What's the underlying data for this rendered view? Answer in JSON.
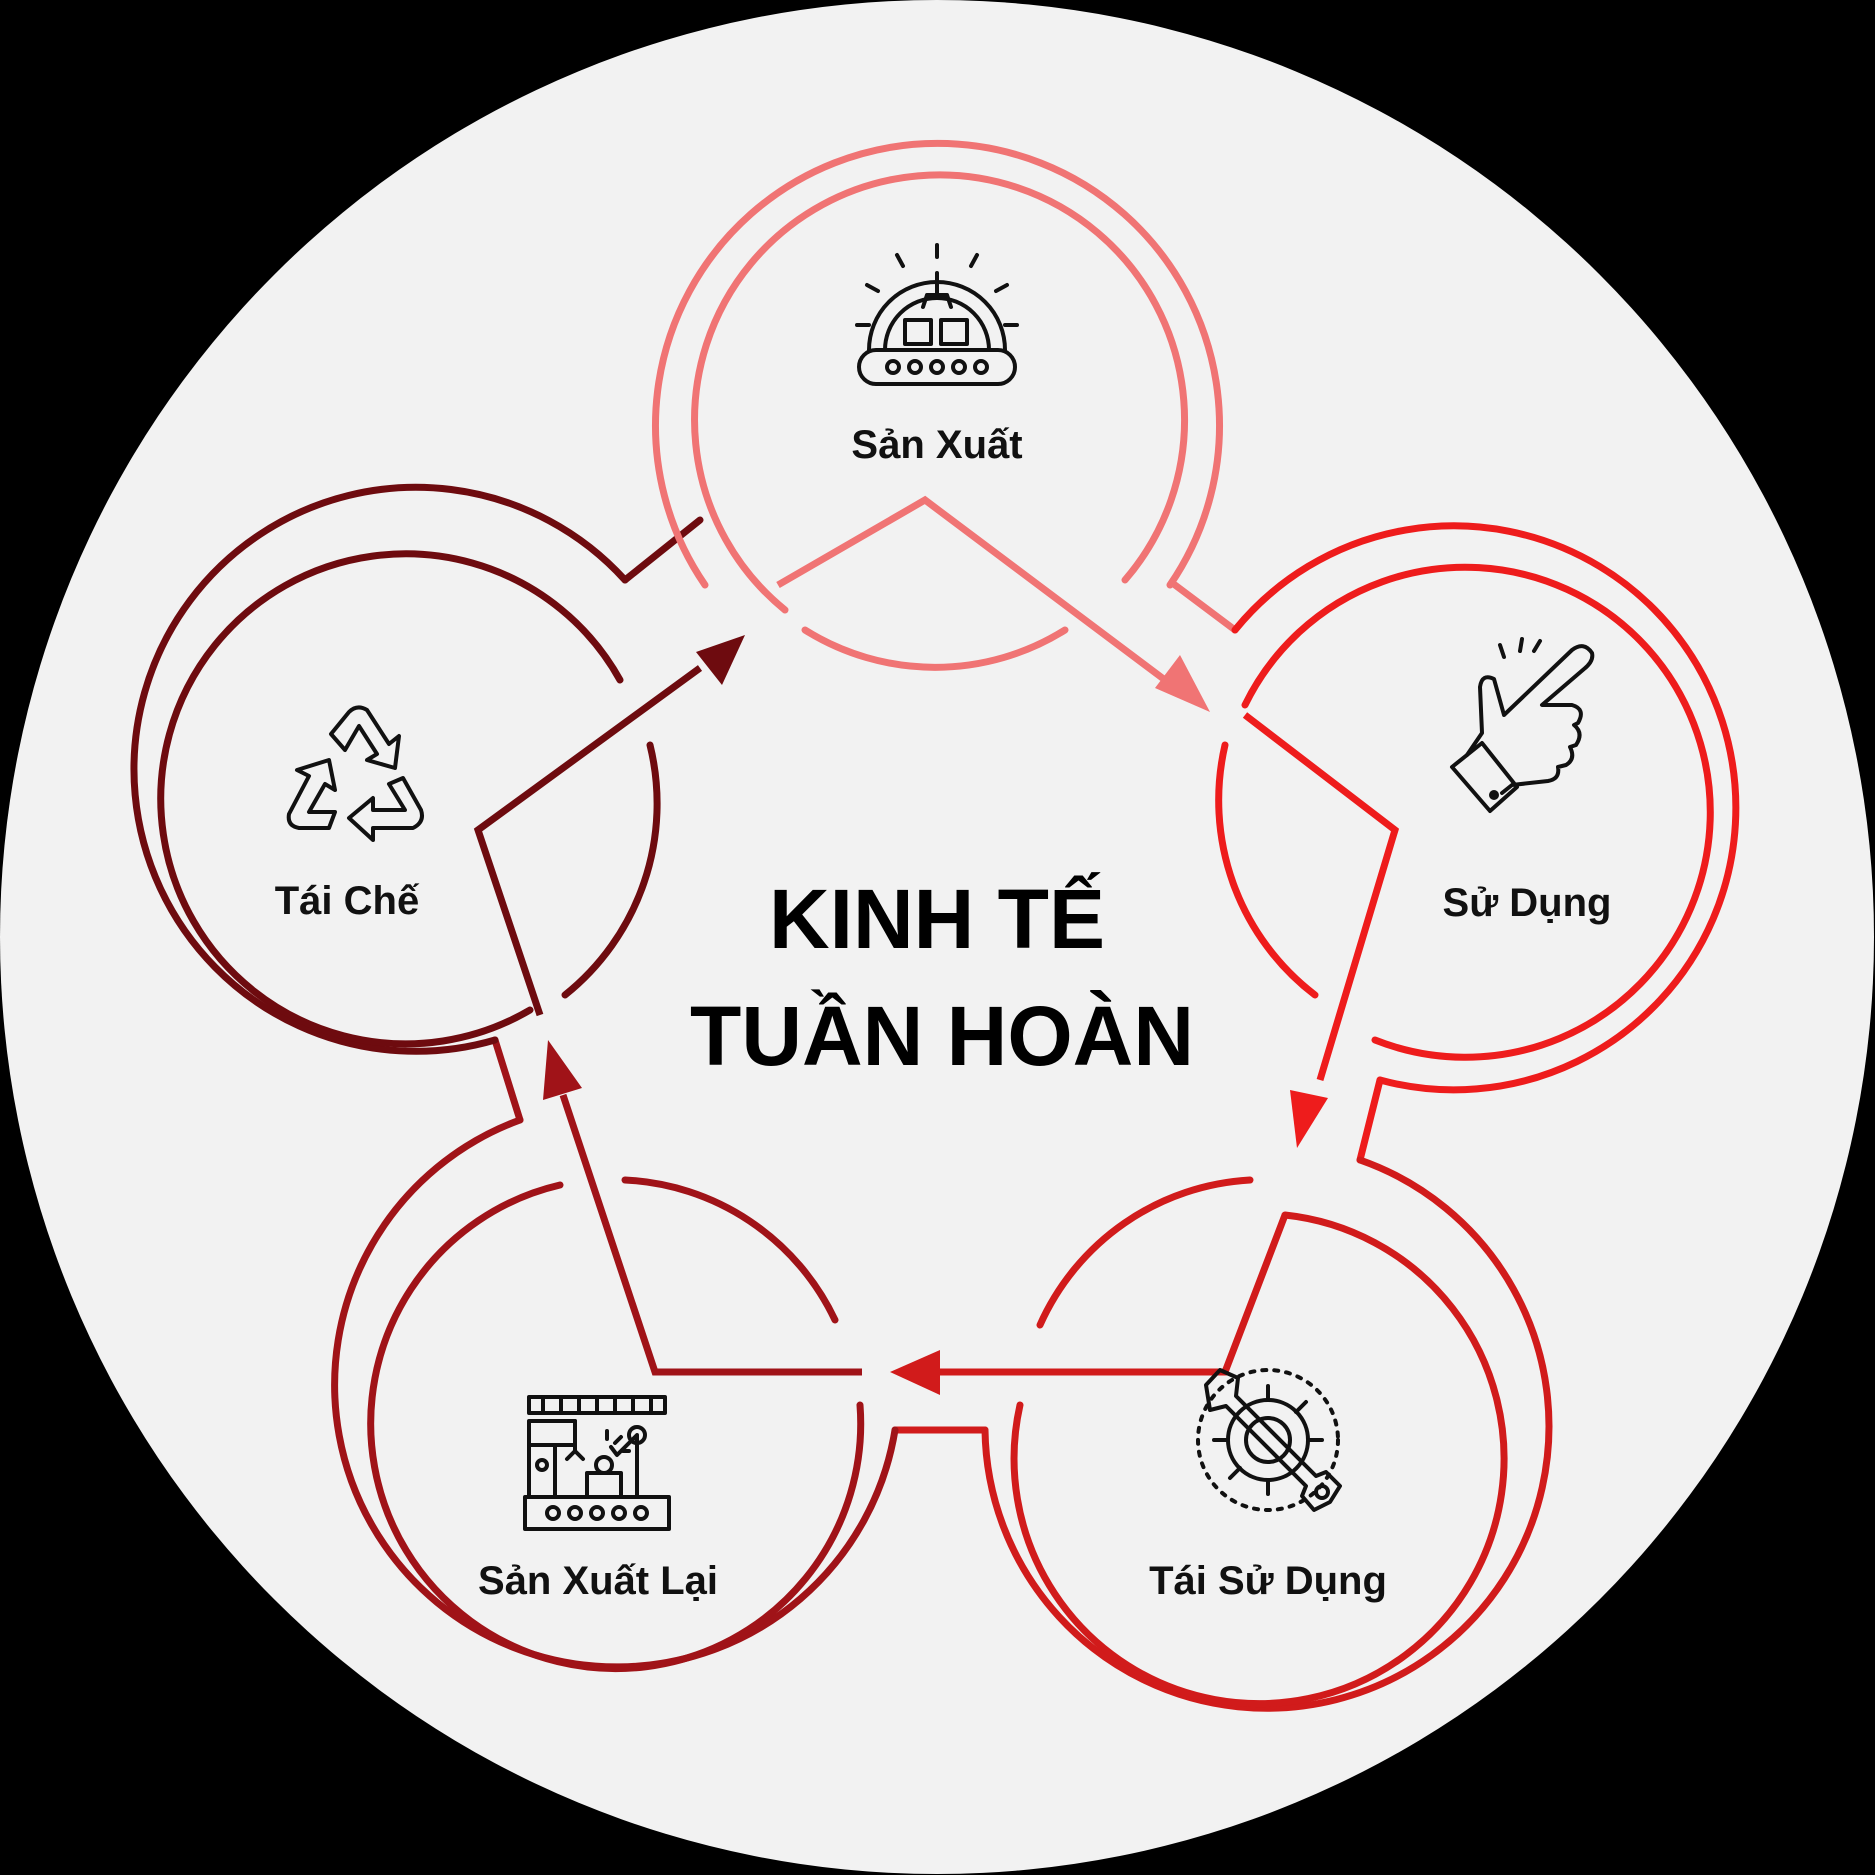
{
  "title": {
    "line1": "KINH TẾ",
    "line2": "TUẦN HOÀN"
  },
  "stages": [
    {
      "id": "san-xuat",
      "label": "Sản Xuất",
      "icon": "factory-gear-icon",
      "color": "#F07474"
    },
    {
      "id": "su-dung",
      "label": "Sử Dụng",
      "icon": "hand-pointing-icon",
      "color": "#EE1C1C"
    },
    {
      "id": "tai-su-dung",
      "label": "Tái Sử Dụng",
      "icon": "wrench-gear-icon",
      "color": "#D11B1B"
    },
    {
      "id": "san-xuat-lai",
      "label": "Sản Xuất Lại",
      "icon": "robot-arm-factory-icon",
      "color": "#A01318"
    },
    {
      "id": "tai-che",
      "label": "Tái Chế",
      "icon": "recycle-icon",
      "color": "#6E0B0F"
    }
  ],
  "colors": {
    "page_background": "#000000",
    "disc": "#F2F2F2",
    "text": "#111111"
  }
}
